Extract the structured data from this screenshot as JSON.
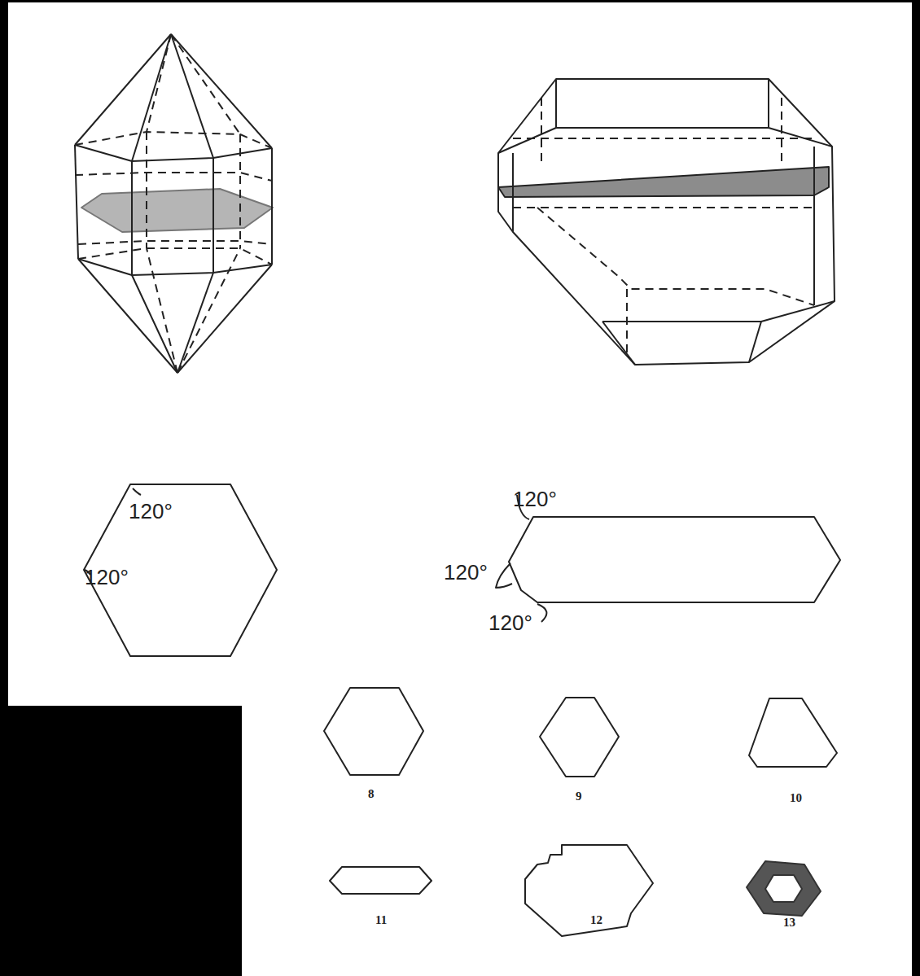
{
  "diagram": {
    "labels": [
      "120°",
      "120°",
      "120°",
      "120°",
      "120°",
      "8",
      "9",
      "10",
      "11",
      "12",
      "13"
    ]
  }
}
